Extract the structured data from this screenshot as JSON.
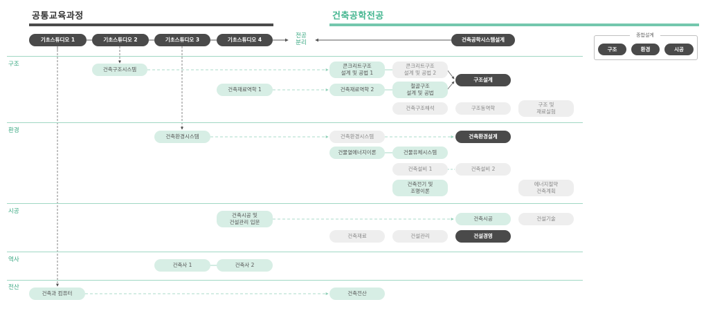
{
  "header": {
    "left_title": "공통교육과정",
    "right_title": "건축공학전공"
  },
  "colors": {
    "accent": "#43b58f",
    "dark_pill": "#4a4a4a",
    "light_pill": "#d7eee5",
    "pale_pill": "#eeeeee"
  },
  "foundation": {
    "studios": [
      "기초스튜디오 1",
      "기초스튜디오 2",
      "기초스튜디오 3",
      "기초스튜디오 4"
    ],
    "split_label": [
      "전공",
      "분리"
    ],
    "major_system": "건축공학시스템설계"
  },
  "legend": {
    "title": "종합설계",
    "items": [
      "구조",
      "환경",
      "시공"
    ]
  },
  "sections": {
    "structure": {
      "label": "구조",
      "intro": "건축구조시스템",
      "concrete1": [
        "콘크리트구조",
        "설계 및 공법 1"
      ],
      "concrete2": [
        "콘크리트구조",
        "설계 및 공법 2"
      ],
      "steel": [
        "철골구조",
        "설계 및 공법"
      ],
      "design": "구조설계",
      "mechanics1": "건축재료역학 1",
      "mechanics2": "건축재료역학 2",
      "analysis": "건축구조해석",
      "dynamics": "구조동역학",
      "lab": [
        "구조 및",
        "재료실험"
      ]
    },
    "environment": {
      "label": "환경",
      "system": "건축환경시스템",
      "env_system2": "건축환경시스템",
      "design": "건축환경설계",
      "energy": "건물열에너지이론",
      "fluid": "건물유체시스템",
      "equip1": "건축설비 1",
      "equip2": "건축설비 2",
      "electric": [
        "건축전기 및",
        "조명이론"
      ],
      "energy_plan": [
        "에너지절약",
        "건축계획"
      ]
    },
    "construction": {
      "label": "시공",
      "intro": [
        "건축시공 및",
        "건설관리 입문"
      ],
      "construction": "건축시공",
      "tech": "건설기술",
      "materials": "건축재료",
      "management": "건설관리",
      "business": "건설경영"
    },
    "history": {
      "label": "역사",
      "h1": "건축사 1",
      "h2": "건축사 2"
    },
    "computing": {
      "label": "전산",
      "computer": "건축과 컴퓨터",
      "computing": "건축전산"
    }
  }
}
